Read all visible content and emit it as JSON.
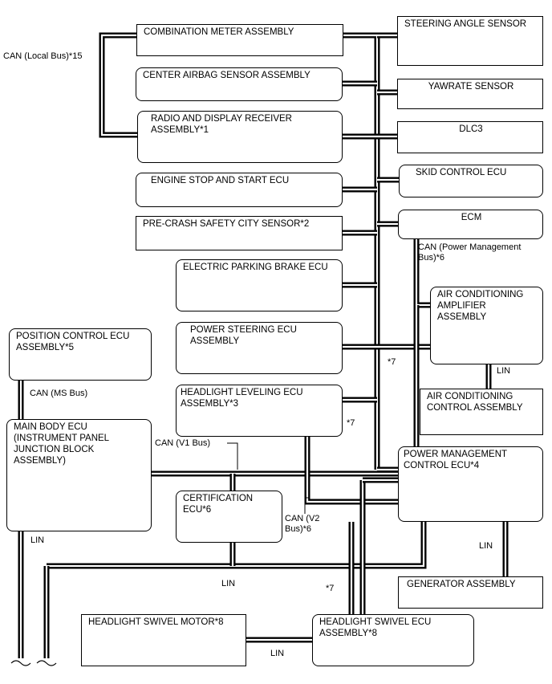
{
  "boxes": {
    "combination_meter": "COMBINATION METER ASSEMBLY",
    "steering_angle_sensor": "STEERING ANGLE SENSOR",
    "center_airbag": "CENTER AIRBAG SENSOR ASSEMBLY",
    "yawrate_sensor": "YAWRATE SENSOR",
    "radio_display": "RADIO AND DISPLAY RECEIVER\nASSEMBLY*1",
    "dlc3": "DLC3",
    "engine_stop_start": "ENGINE STOP AND START ECU",
    "skid_control": "SKID CONTROL ECU",
    "pre_crash": "PRE-CRASH SAFETY CITY SENSOR*2",
    "ecm": "ECM",
    "electric_parking_brake": "ELECTRIC PARKING BRAKE ECU",
    "air_conditioning_amplifier": "AIR CONDITIONING\nAMPLIFIER\nASSEMBLY",
    "position_control": "POSITION CONTROL ECU\nASSEMBLY*5",
    "power_steering": "POWER STEERING ECU\nASSEMBLY",
    "air_conditioning_control": "AIR CONDITIONING\nCONTROL ASSEMBLY",
    "headlight_leveling": "HEADLIGHT LEVELING ECU\nASSEMBLY*3",
    "main_body": "MAIN BODY ECU\n(INSTRUMENT PANEL\nJUNCTION BLOCK\nASSEMBLY)",
    "power_management": "POWER MANAGEMENT\nCONTROL ECU*4",
    "certification": "CERTIFICATION\nECU*6",
    "generator": "GENERATOR ASSEMBLY",
    "headlight_swivel_motor": "HEADLIGHT SWIVEL MOTOR*8",
    "headlight_swivel_ecu": "HEADLIGHT SWIVEL ECU\nASSEMBLY*8"
  },
  "labels": {
    "can_local_bus": "CAN (Local Bus)*15",
    "can_power_management_bus": "CAN (Power Management\nBus)*6",
    "lin_ac": "LIN",
    "note_7_right": "*7",
    "can_ms_bus": "CAN (MS Bus)",
    "note_7_center": "*7",
    "can_v1_bus": "CAN (V1 Bus)",
    "can_v2_bus": "CAN (V2\nBus)*6",
    "lin_main_body": "LIN",
    "lin_generator": "LIN",
    "lin_bottom": "LIN",
    "note_7_bottom": "*7",
    "lin_swivel": "LIN"
  }
}
